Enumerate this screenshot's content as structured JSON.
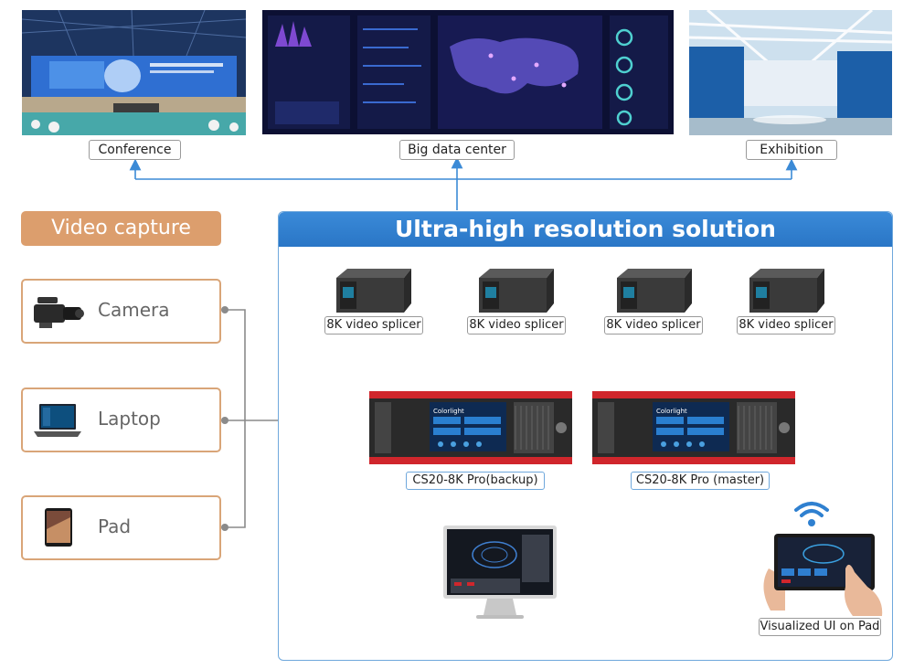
{
  "scenarios": [
    {
      "id": "conference",
      "label": "Conference"
    },
    {
      "id": "bigdata",
      "label": "Big data center"
    },
    {
      "id": "exhibition",
      "label": "Exhibition"
    }
  ],
  "input": {
    "title": "Video capture",
    "sources": [
      {
        "id": "camera",
        "label": "Camera"
      },
      {
        "id": "laptop",
        "label": "Laptop"
      },
      {
        "id": "pad",
        "label": "Pad"
      }
    ]
  },
  "solution": {
    "title": "Ultra-high resolution solution",
    "splicers": [
      "8K video splicer",
      "8K video splicer",
      "8K video splicer",
      "8K video splicer"
    ],
    "processors": [
      {
        "label": "CS20-8K Pro(backup)",
        "brand": "Colorlight"
      },
      {
        "label": "CS20-8K Pro (master)",
        "brand": "Colorlight"
      }
    ],
    "pad_ui_label": "Visualized UI on Pad"
  },
  "colors": {
    "accent_blue": "#2f80d0",
    "input_orange": "#dc9e6d",
    "line": "#3b8ad6",
    "device_red": "#d0262c"
  }
}
